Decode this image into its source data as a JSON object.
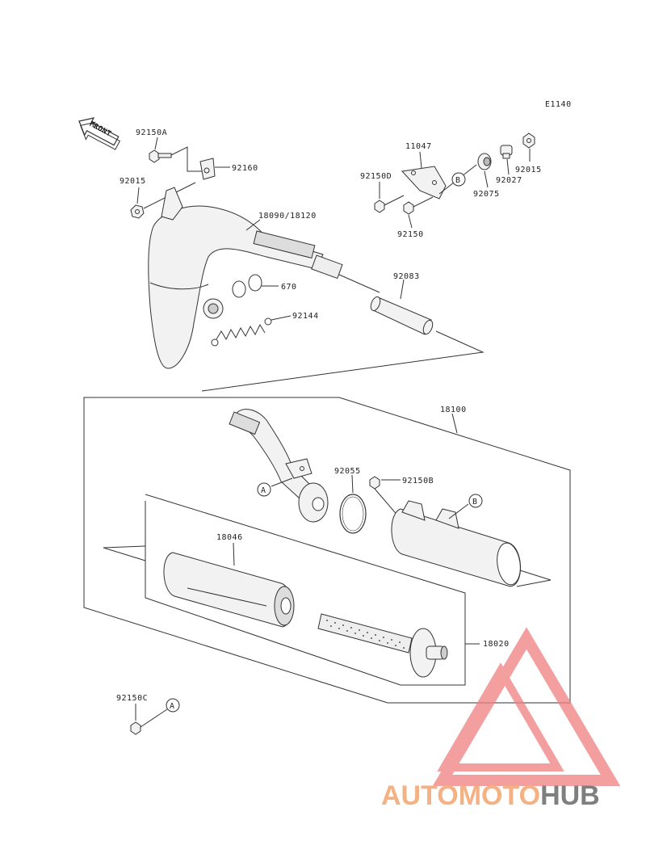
{
  "ref_code": "E1140",
  "front_label": "FRONT",
  "parts": {
    "p92150A": "92150A",
    "p92160": "92160",
    "p92015_left": "92015",
    "p11047": "11047",
    "p92150D": "92150D",
    "p92015_right": "92015",
    "p92027": "92027",
    "p92075": "92075",
    "p92150": "92150",
    "p18090": "18090/18120",
    "p670": "670",
    "p92083": "92083",
    "p92144": "92144",
    "p18100": "18100",
    "p92055": "92055",
    "p92150B": "92150B",
    "p18046": "18046",
    "p18020": "18020",
    "p92150C": "92150C"
  },
  "callouts": {
    "a1": "A",
    "a2": "A",
    "b1": "B",
    "b2": "B"
  },
  "watermark": {
    "part1": "AUTOMOTO",
    "part2": "HUB",
    "color1": "#f4b183",
    "color2": "#7f7f7f",
    "logo_color": "#f08080"
  }
}
